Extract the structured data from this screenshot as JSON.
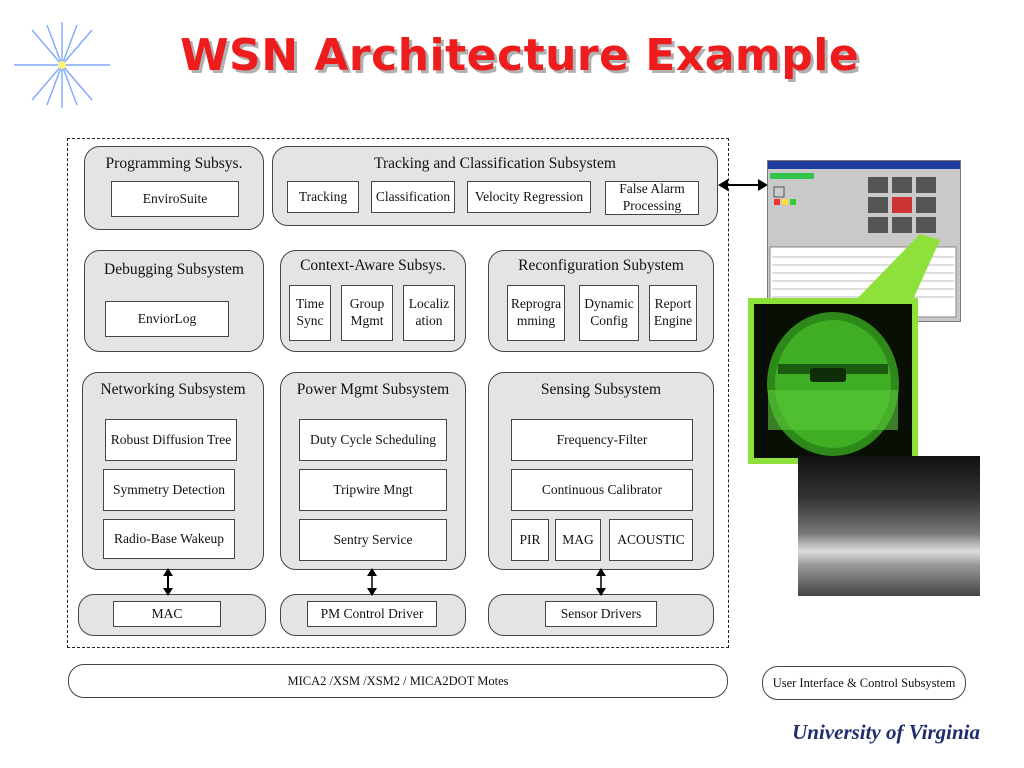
{
  "title": "WSN Architecture Example",
  "programming": {
    "title": "Programming Subsys.",
    "items": [
      "EnviroSuite"
    ]
  },
  "tracking": {
    "title": "Tracking and Classification Subsystem",
    "items": [
      "Tracking",
      "Classification",
      "Velocity Regression",
      "False Alarm Processing"
    ]
  },
  "debugging": {
    "title": "Debugging Subsystem",
    "items": [
      "EnviorLog"
    ]
  },
  "context": {
    "title": "Context-Aware Subsys.",
    "items": [
      "Time Sync",
      "Group Mgmt",
      "Localiz ation"
    ]
  },
  "reconfig": {
    "title": "Reconfiguration Subystem",
    "items": [
      "Reprogra mming",
      "Dynamic Config",
      "Report Engine"
    ]
  },
  "networking": {
    "title": "Networking Subsystem",
    "items": [
      "Robust Diffusion Tree",
      "Symmetry Detection",
      "Radio-Base Wakeup"
    ]
  },
  "power": {
    "title": "Power Mgmt Subsystem",
    "items": [
      "Duty Cycle Scheduling",
      "Tripwire Mngt",
      "Sentry Service"
    ]
  },
  "sensing": {
    "title": "Sensing Subsystem",
    "items": [
      "Frequency-Filter",
      "Continuous Calibrator",
      "PIR",
      "MAG",
      "ACOUSTIC"
    ]
  },
  "drivers": [
    "MAC",
    "PM Control Driver",
    "Sensor Drivers"
  ],
  "motes": "MICA2 /XSM /XSM2 / MICA2DOT Motes",
  "ui_subsystem": "User Interface & Control Subsystem",
  "logo": "University of Virginia",
  "colors": {
    "title": "#ee1c1c",
    "panel": "#e4e4e4",
    "logo": "#1f2d6e",
    "nightvision": "#8ee03a"
  }
}
